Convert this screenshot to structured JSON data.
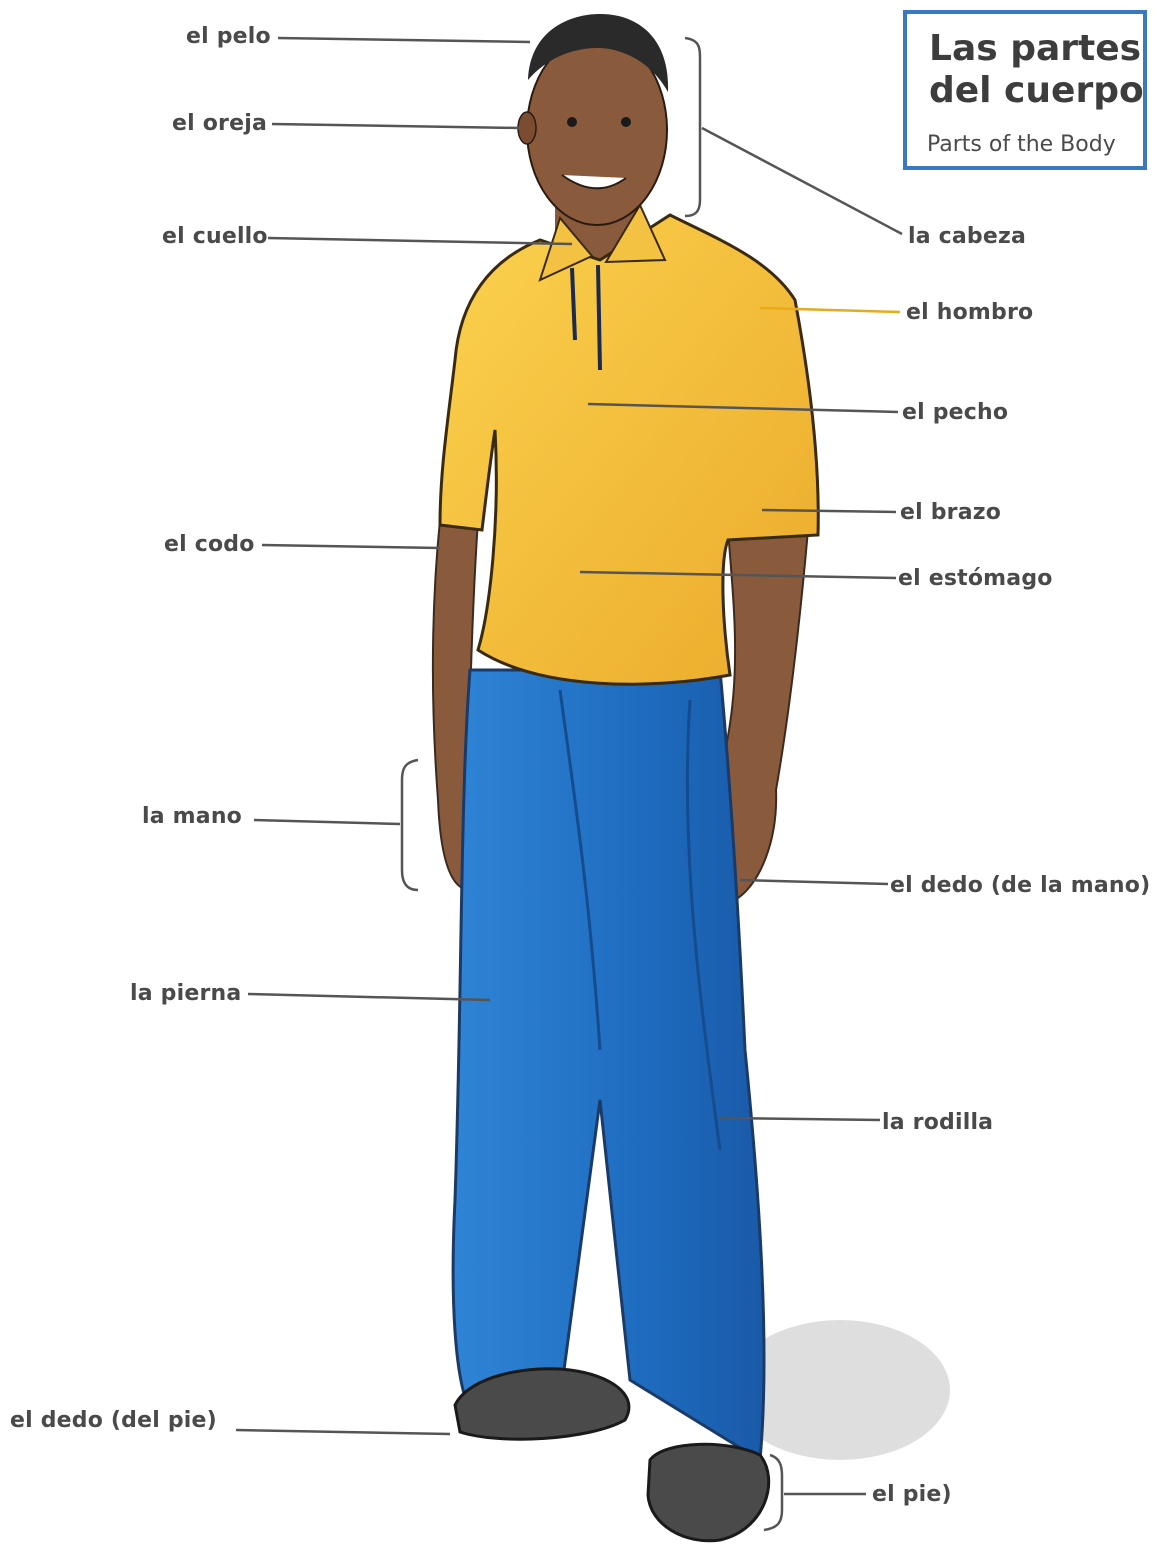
{
  "title": {
    "main_line1": "Las partes",
    "main_line2": "del cuerpo",
    "subtitle": "Parts of the Body",
    "border_color": "#3a78c0"
  },
  "labels": {
    "pelo": "el pelo",
    "oreja": "el oreja",
    "cuello": "el cuello",
    "cabeza": "la cabeza",
    "hombro": "el hombro",
    "pecho": "el pecho",
    "brazo": "el brazo",
    "codo": "el codo",
    "estomago": "el estómago",
    "mano": "la mano",
    "dedo_mano": "el dedo (de la mano)",
    "pierna": "la pierna",
    "rodilla": "la rodilla",
    "dedo_pie": "el dedo (del pie)",
    "pie": "el pie)"
  },
  "colors": {
    "shirt": "#f2b735",
    "pants": "#1f6fc4",
    "skin": "#8a5a3c",
    "hair": "#2a2a2a",
    "shoe": "#4a4a4a",
    "leader_line": "#555555"
  }
}
